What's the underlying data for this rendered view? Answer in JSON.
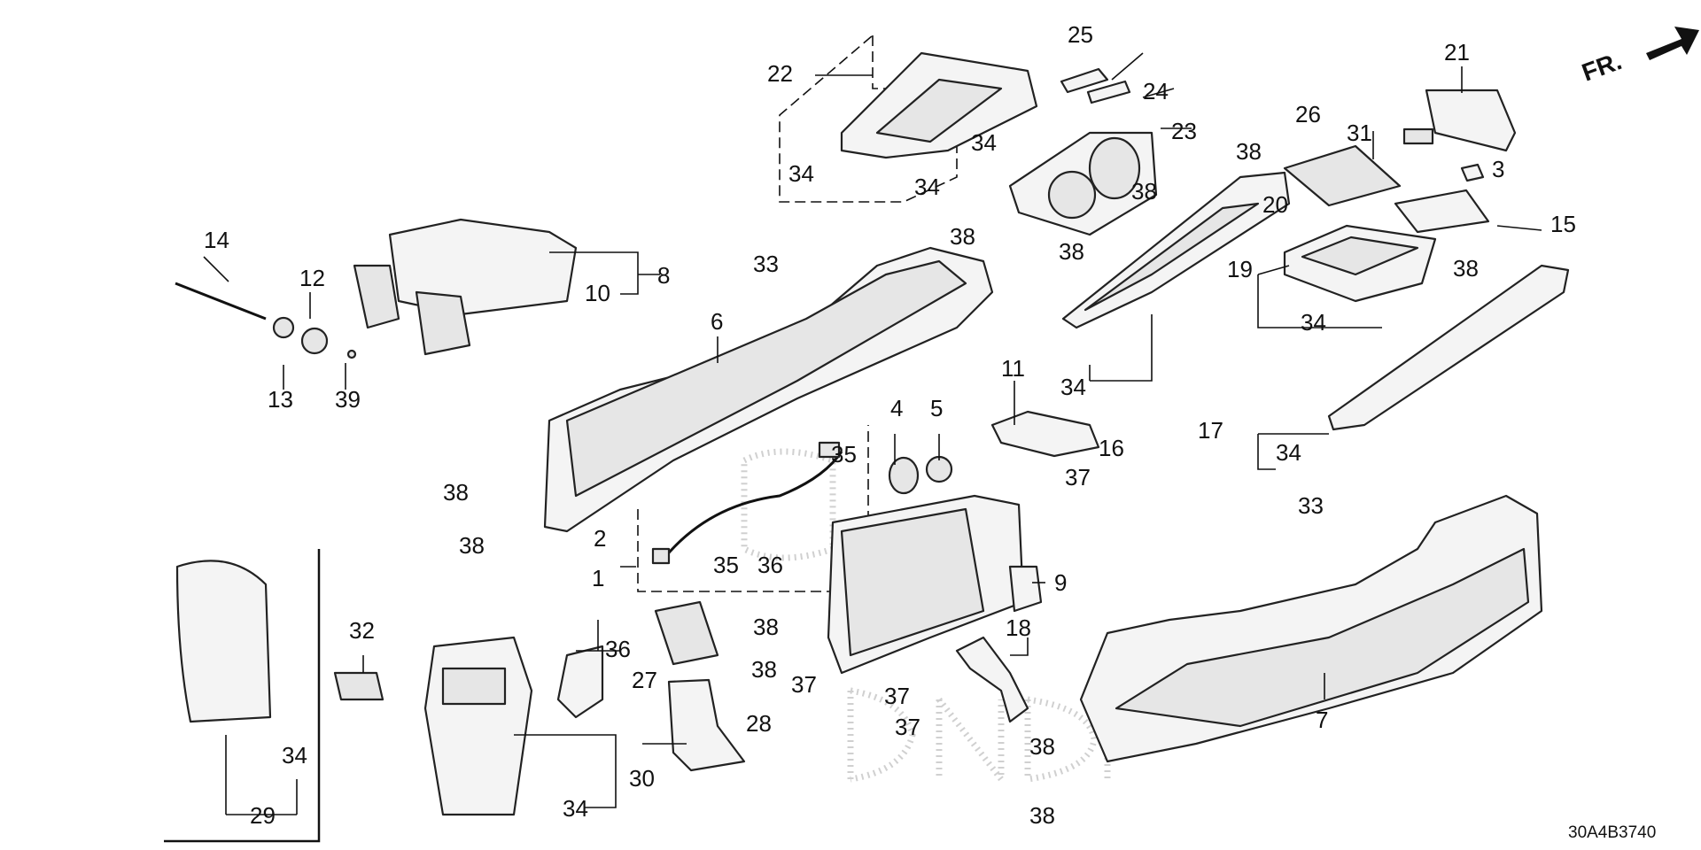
{
  "diagram": {
    "orientation_label": "FR.",
    "code": "30A4B3740",
    "callouts": {
      "c1": "1",
      "c2": "2",
      "c3": "3",
      "c4": "4",
      "c5": "5",
      "c6": "6",
      "c7": "7",
      "c8": "8",
      "c9": "9",
      "c10": "10",
      "c11": "11",
      "c12": "12",
      "c13": "13",
      "c14": "14",
      "c15": "15",
      "c16": "16",
      "c17": "17",
      "c18": "18",
      "c19": "19",
      "c20": "20",
      "c21": "21",
      "c22": "22",
      "c23": "23",
      "c24": "24",
      "c25": "25",
      "c26": "26",
      "c27": "27",
      "c28": "28",
      "c29": "29",
      "c30": "30",
      "c31": "31",
      "c32": "32",
      "c33": "33",
      "c34": "34",
      "c35": "35",
      "c36": "36",
      "c37": "37",
      "c38": "38",
      "c39": "39"
    }
  }
}
